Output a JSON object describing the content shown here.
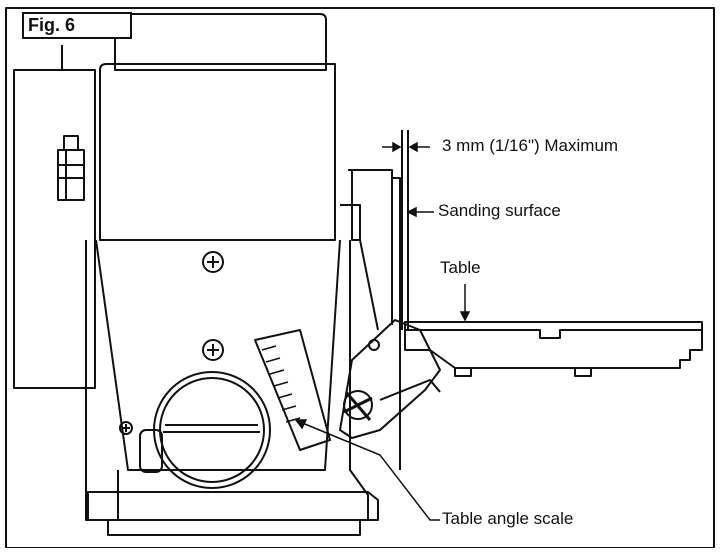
{
  "figure": {
    "label": "Fig. 6",
    "callouts": {
      "gap": "3 mm (1/16\") Maximum",
      "surface": "Sanding surface",
      "table": "Table",
      "scale": "Table angle scale"
    }
  },
  "colors": {
    "ink": "#111111",
    "paper": "#ffffff"
  }
}
